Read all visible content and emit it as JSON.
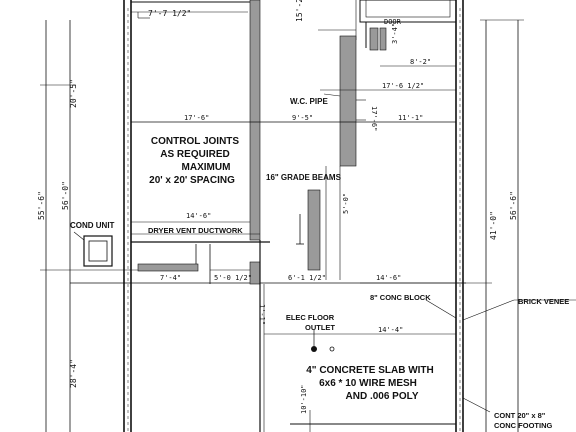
{
  "dimensions": {
    "d_7_1_2": "7'-7 1/2\"",
    "d_15_2": "15'-2\"",
    "d_3_4": "3'-4\"",
    "d_8_2": "8'-2\"",
    "d_17_6_half": "17'-6 1/2\"",
    "d_17_6": "17'-6\"",
    "d_9_5": "9'-5\"",
    "d_11_1": "11'-1\"",
    "d_5_0": "5'-0\"",
    "d_14_6_a": "14'-6\"",
    "d_7_4": "7'-4\"",
    "d_5_0_half": "5'-0 1/2\"",
    "d_6_1_half": "6'-1 1/2\"",
    "d_14_6_b": "14'-6\"",
    "d_14_4": "14'-4\"",
    "d_20_5": "20'-5\"",
    "d_55_6": "55'-6\"",
    "d_56_0": "56'-0\"",
    "d_28_4": "28'-4\"",
    "d_41_0": "41'-0\"",
    "d_56_6": "56'-6\"",
    "d_10_10": "10'-10\"",
    "d_1_1": "1'-1\""
  },
  "labels": {
    "door": "DOOR",
    "wc_pipe": "W.C. PIPE",
    "control_joints_1": "CONTROL JOINTS",
    "control_joints_2": "AS REQUIRED",
    "control_joints_3": "MAXIMUM",
    "control_joints_4": "20' x 20' SPACING",
    "grade_beams": "16\" GRADE BEAMS",
    "cond_unit": "COND UNIT",
    "dryer_vent": "DRYER VENT DUCTWORK",
    "conc_block": "8\" CONC BLOCK",
    "brick_veneer": "BRICK VENEE",
    "elec_floor_1": "ELEC FLOOR",
    "elec_floor_2": "OUTLET",
    "slab_1": "4\" CONCRETE SLAB WITH",
    "slab_2": "6x6 * 10 WIRE MESH",
    "slab_3": "AND .006 POLY",
    "footing_1": "CONT 20\" x 8\"",
    "footing_2": "CONC FOOTING"
  }
}
